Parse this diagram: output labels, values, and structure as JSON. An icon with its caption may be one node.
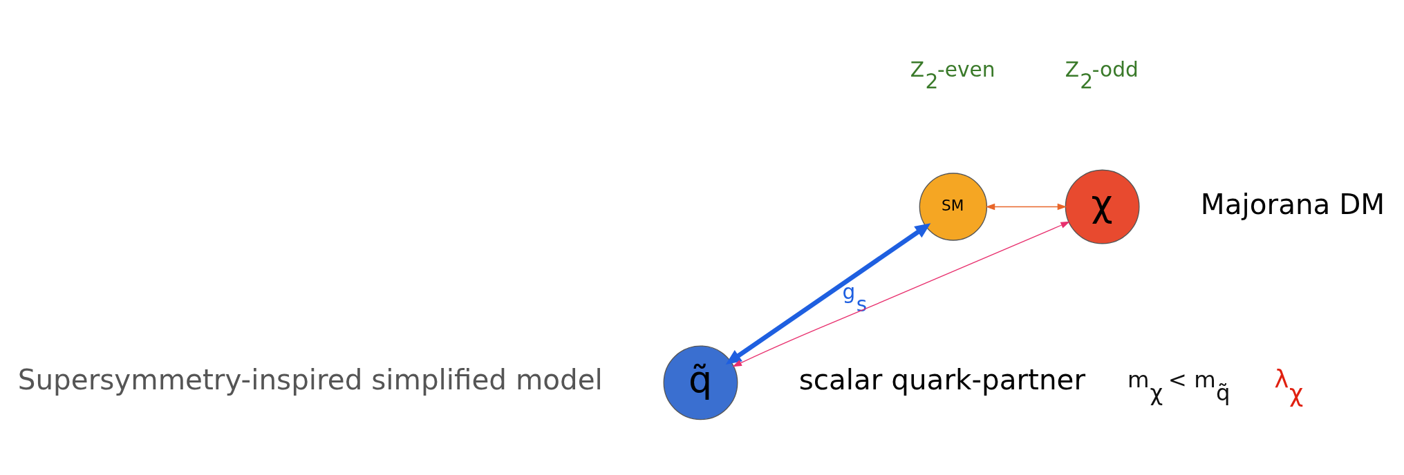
{
  "diagram": {
    "nodes": [
      {
        "text": [
          "SM"
        ]
      },
      {
        "text": [
          "χ"
        ],
        "beside": [
          "Majorana DM"
        ]
      },
      {
        "text": [
          "q̃"
        ],
        "beside": [
          "scalar quark-partner"
        ]
      }
    ],
    "edges": [
      {
        "from": 0,
        "to": 1,
        "arrow": "both",
        "color": "#e8662a"
      },
      {
        "from": 0,
        "to": 2,
        "arrow": "both",
        "style": "thick",
        "color": "#1e5fe0",
        "label": "g$_{s}$"
      },
      {
        "from": 1,
        "to": 2,
        "arrow": "both",
        "color": "#e8306e"
      }
    ],
    "labels": [
      "Z$_{2}$-even",
      "Z$_{2}$-odd",
      "λ$_{χ}$",
      "Supersymmetry-inspired simplified model",
      "m$_{χ}$ < m$_{q̃}$"
    ]
  }
}
